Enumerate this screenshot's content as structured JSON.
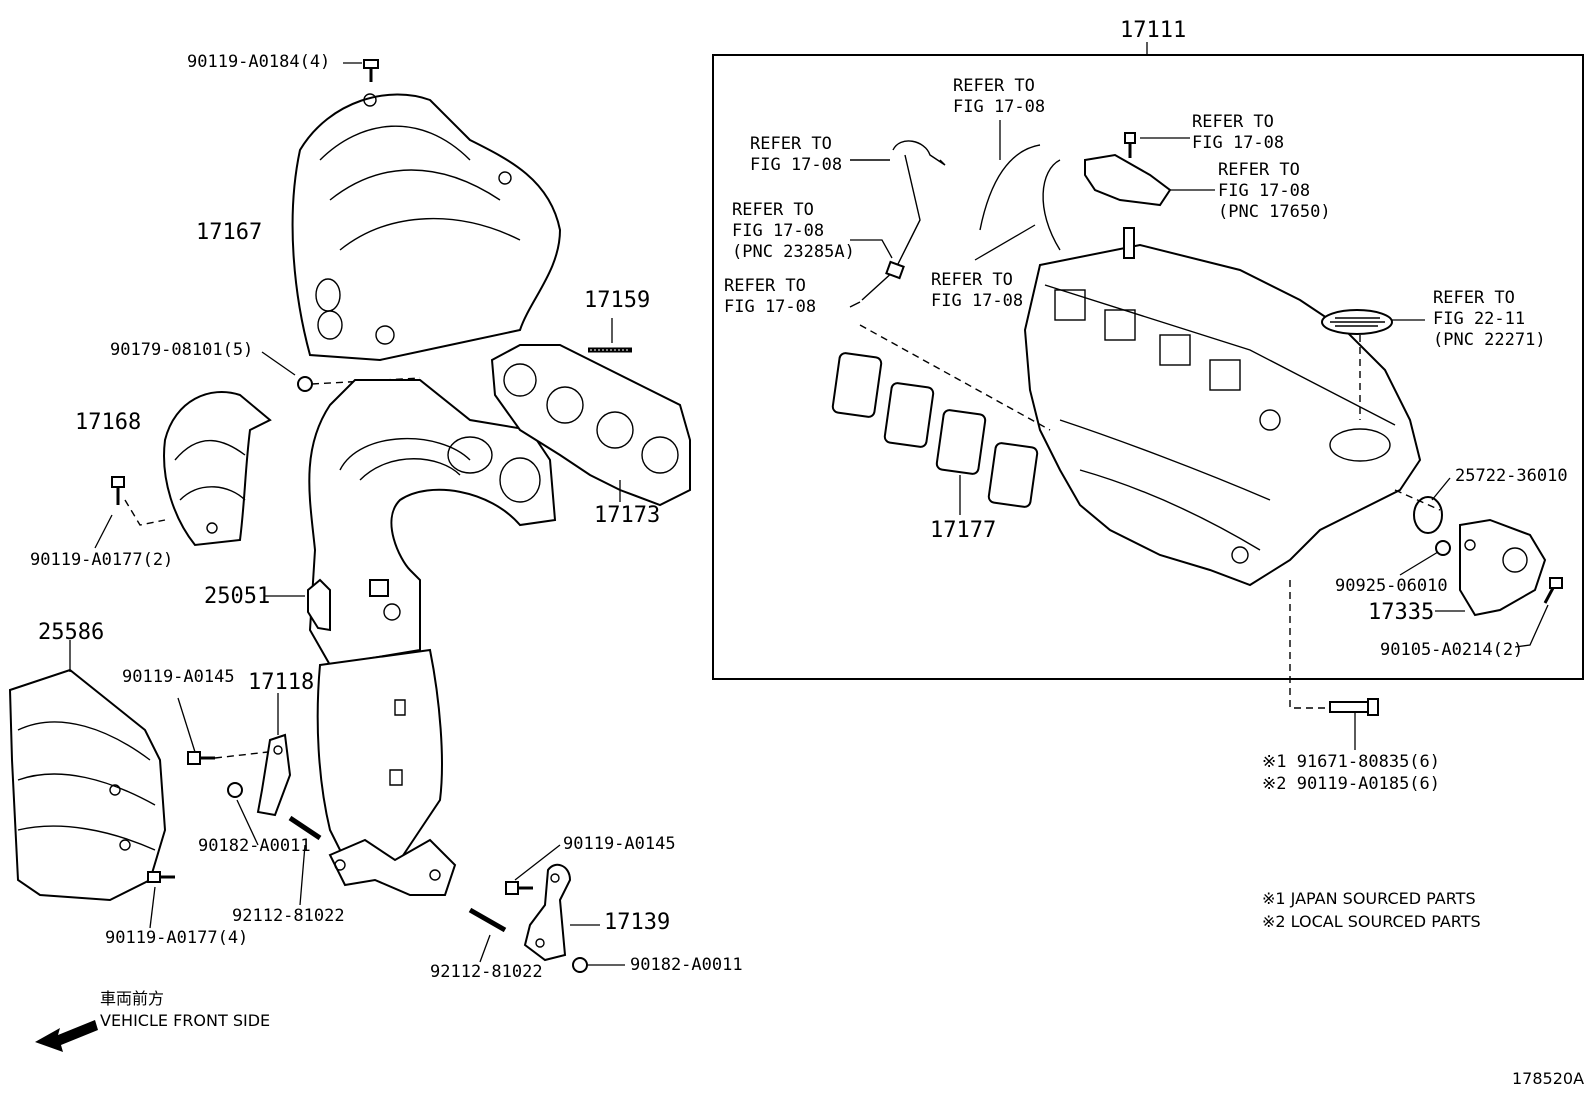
{
  "main_assembly": {
    "number": "17111"
  },
  "parts": [
    {
      "id": "p1",
      "text": "90119-A0184(4)"
    },
    {
      "id": "p2",
      "text": "17167"
    },
    {
      "id": "p3",
      "text": "90179-08101(5)"
    },
    {
      "id": "p4",
      "text": "17168"
    },
    {
      "id": "p5",
      "text": "90119-A0177(2)"
    },
    {
      "id": "p6",
      "text": "17159"
    },
    {
      "id": "p7",
      "text": "17173"
    },
    {
      "id": "p8",
      "text": "25051"
    },
    {
      "id": "p9",
      "text": "25586"
    },
    {
      "id": "p10",
      "text": "90119-A0145"
    },
    {
      "id": "p11",
      "text": "17118"
    },
    {
      "id": "p12",
      "text": "90182-A0011"
    },
    {
      "id": "p13",
      "text": "92112-81022"
    },
    {
      "id": "p14",
      "text": "90119-A0177(4)"
    },
    {
      "id": "p15",
      "text": "90119-A0145"
    },
    {
      "id": "p16",
      "text": "17139"
    },
    {
      "id": "p17",
      "text": "92112-81022"
    },
    {
      "id": "p18",
      "text": "90182-A0011"
    },
    {
      "id": "p19",
      "text": "17177"
    },
    {
      "id": "p20",
      "text": "25722-36010"
    },
    {
      "id": "p21",
      "text": "90925-06010"
    },
    {
      "id": "p22",
      "text": "17335"
    },
    {
      "id": "p23",
      "text": "90105-A0214(2)"
    },
    {
      "id": "p24",
      "text": "※1 91671-80835(6)"
    },
    {
      "id": "p25",
      "text": "※2 90119-A0185(6)"
    }
  ],
  "references": [
    {
      "id": "r1",
      "lines": [
        "REFER TO",
        "FIG 17-08"
      ]
    },
    {
      "id": "r2",
      "lines": [
        "REFER TO",
        "FIG 17-08"
      ]
    },
    {
      "id": "r3",
      "lines": [
        "REFER TO",
        "FIG 17-08",
        "(PNC 23285A)"
      ]
    },
    {
      "id": "r4",
      "lines": [
        "REFER TO",
        "FIG 17-08"
      ]
    },
    {
      "id": "r5",
      "lines": [
        "REFER TO",
        "FIG 17-08"
      ]
    },
    {
      "id": "r6",
      "lines": [
        "REFER TO",
        "FIG 17-08"
      ]
    },
    {
      "id": "r7",
      "lines": [
        "REFER TO",
        "FIG 17-08",
        "(PNC 17650)"
      ]
    },
    {
      "id": "r8",
      "lines": [
        "REFER TO",
        "FIG 22-11",
        "(PNC 22271)"
      ]
    }
  ],
  "notes": [
    "※1 JAPAN SOURCED PARTS",
    "※2 LOCAL SOURCED PARTS"
  ],
  "direction": {
    "jp": "車両前方",
    "en": "VEHICLE FRONT SIDE"
  },
  "figure_id": "178520A"
}
